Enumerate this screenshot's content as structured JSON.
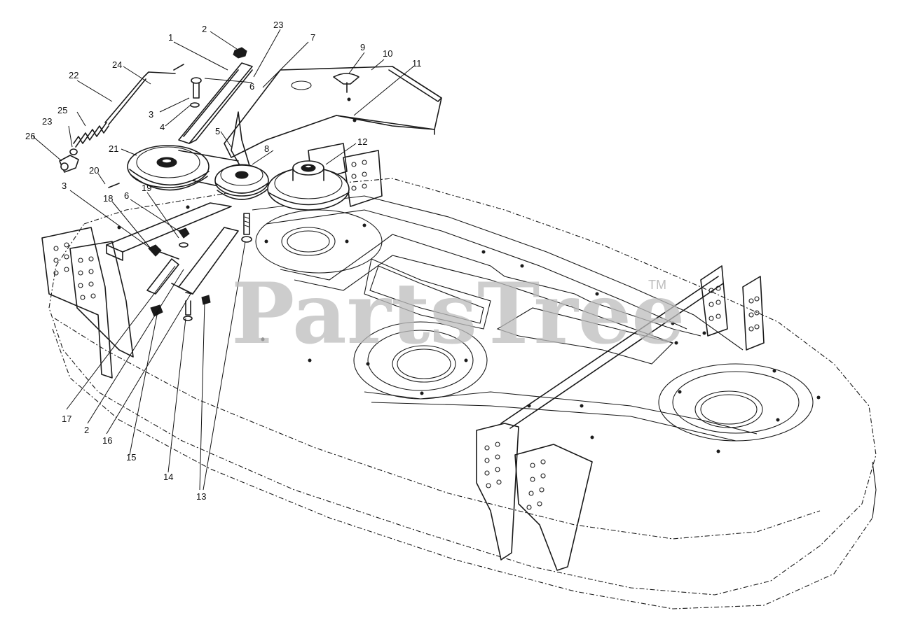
{
  "watermark": {
    "brand": "PartsTree",
    "trademark": "TM"
  },
  "callouts": [
    {
      "id": "c1",
      "label": "1"
    },
    {
      "id": "c2a",
      "label": "2"
    },
    {
      "id": "c23a",
      "label": "23"
    },
    {
      "id": "c7",
      "label": "7"
    },
    {
      "id": "c9",
      "label": "9"
    },
    {
      "id": "c10",
      "label": "10"
    },
    {
      "id": "c11",
      "label": "11"
    },
    {
      "id": "c24",
      "label": "24"
    },
    {
      "id": "c22",
      "label": "22"
    },
    {
      "id": "c3a",
      "label": "3"
    },
    {
      "id": "c6a",
      "label": "6"
    },
    {
      "id": "c4",
      "label": "4"
    },
    {
      "id": "c25",
      "label": "25"
    },
    {
      "id": "c23b",
      "label": "23"
    },
    {
      "id": "c26",
      "label": "26"
    },
    {
      "id": "c5",
      "label": "5"
    },
    {
      "id": "c21",
      "label": "21"
    },
    {
      "id": "c8",
      "label": "8"
    },
    {
      "id": "c12",
      "label": "12"
    },
    {
      "id": "c20",
      "label": "20"
    },
    {
      "id": "c3b",
      "label": "3"
    },
    {
      "id": "c18",
      "label": "18"
    },
    {
      "id": "c6b",
      "label": "6"
    },
    {
      "id": "c19",
      "label": "19"
    },
    {
      "id": "c17",
      "label": "17"
    },
    {
      "id": "c2b",
      "label": "2"
    },
    {
      "id": "c16",
      "label": "16"
    },
    {
      "id": "c15",
      "label": "15"
    },
    {
      "id": "c14",
      "label": "14"
    },
    {
      "id": "c13",
      "label": "13"
    }
  ]
}
